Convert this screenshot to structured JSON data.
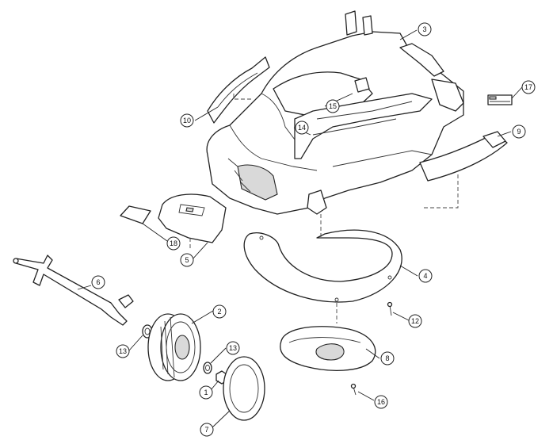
{
  "callouts": {
    "c1": "1",
    "c2": "2",
    "c3": "3",
    "c4": "4",
    "c5": "5",
    "c6": "6",
    "c7": "7",
    "c8": "8",
    "c9": "9",
    "c10": "10",
    "c12": "12",
    "c13a": "13",
    "c13b": "13",
    "c14": "14",
    "c15": "15",
    "c16": "16",
    "c17": "17",
    "c18": "18"
  }
}
